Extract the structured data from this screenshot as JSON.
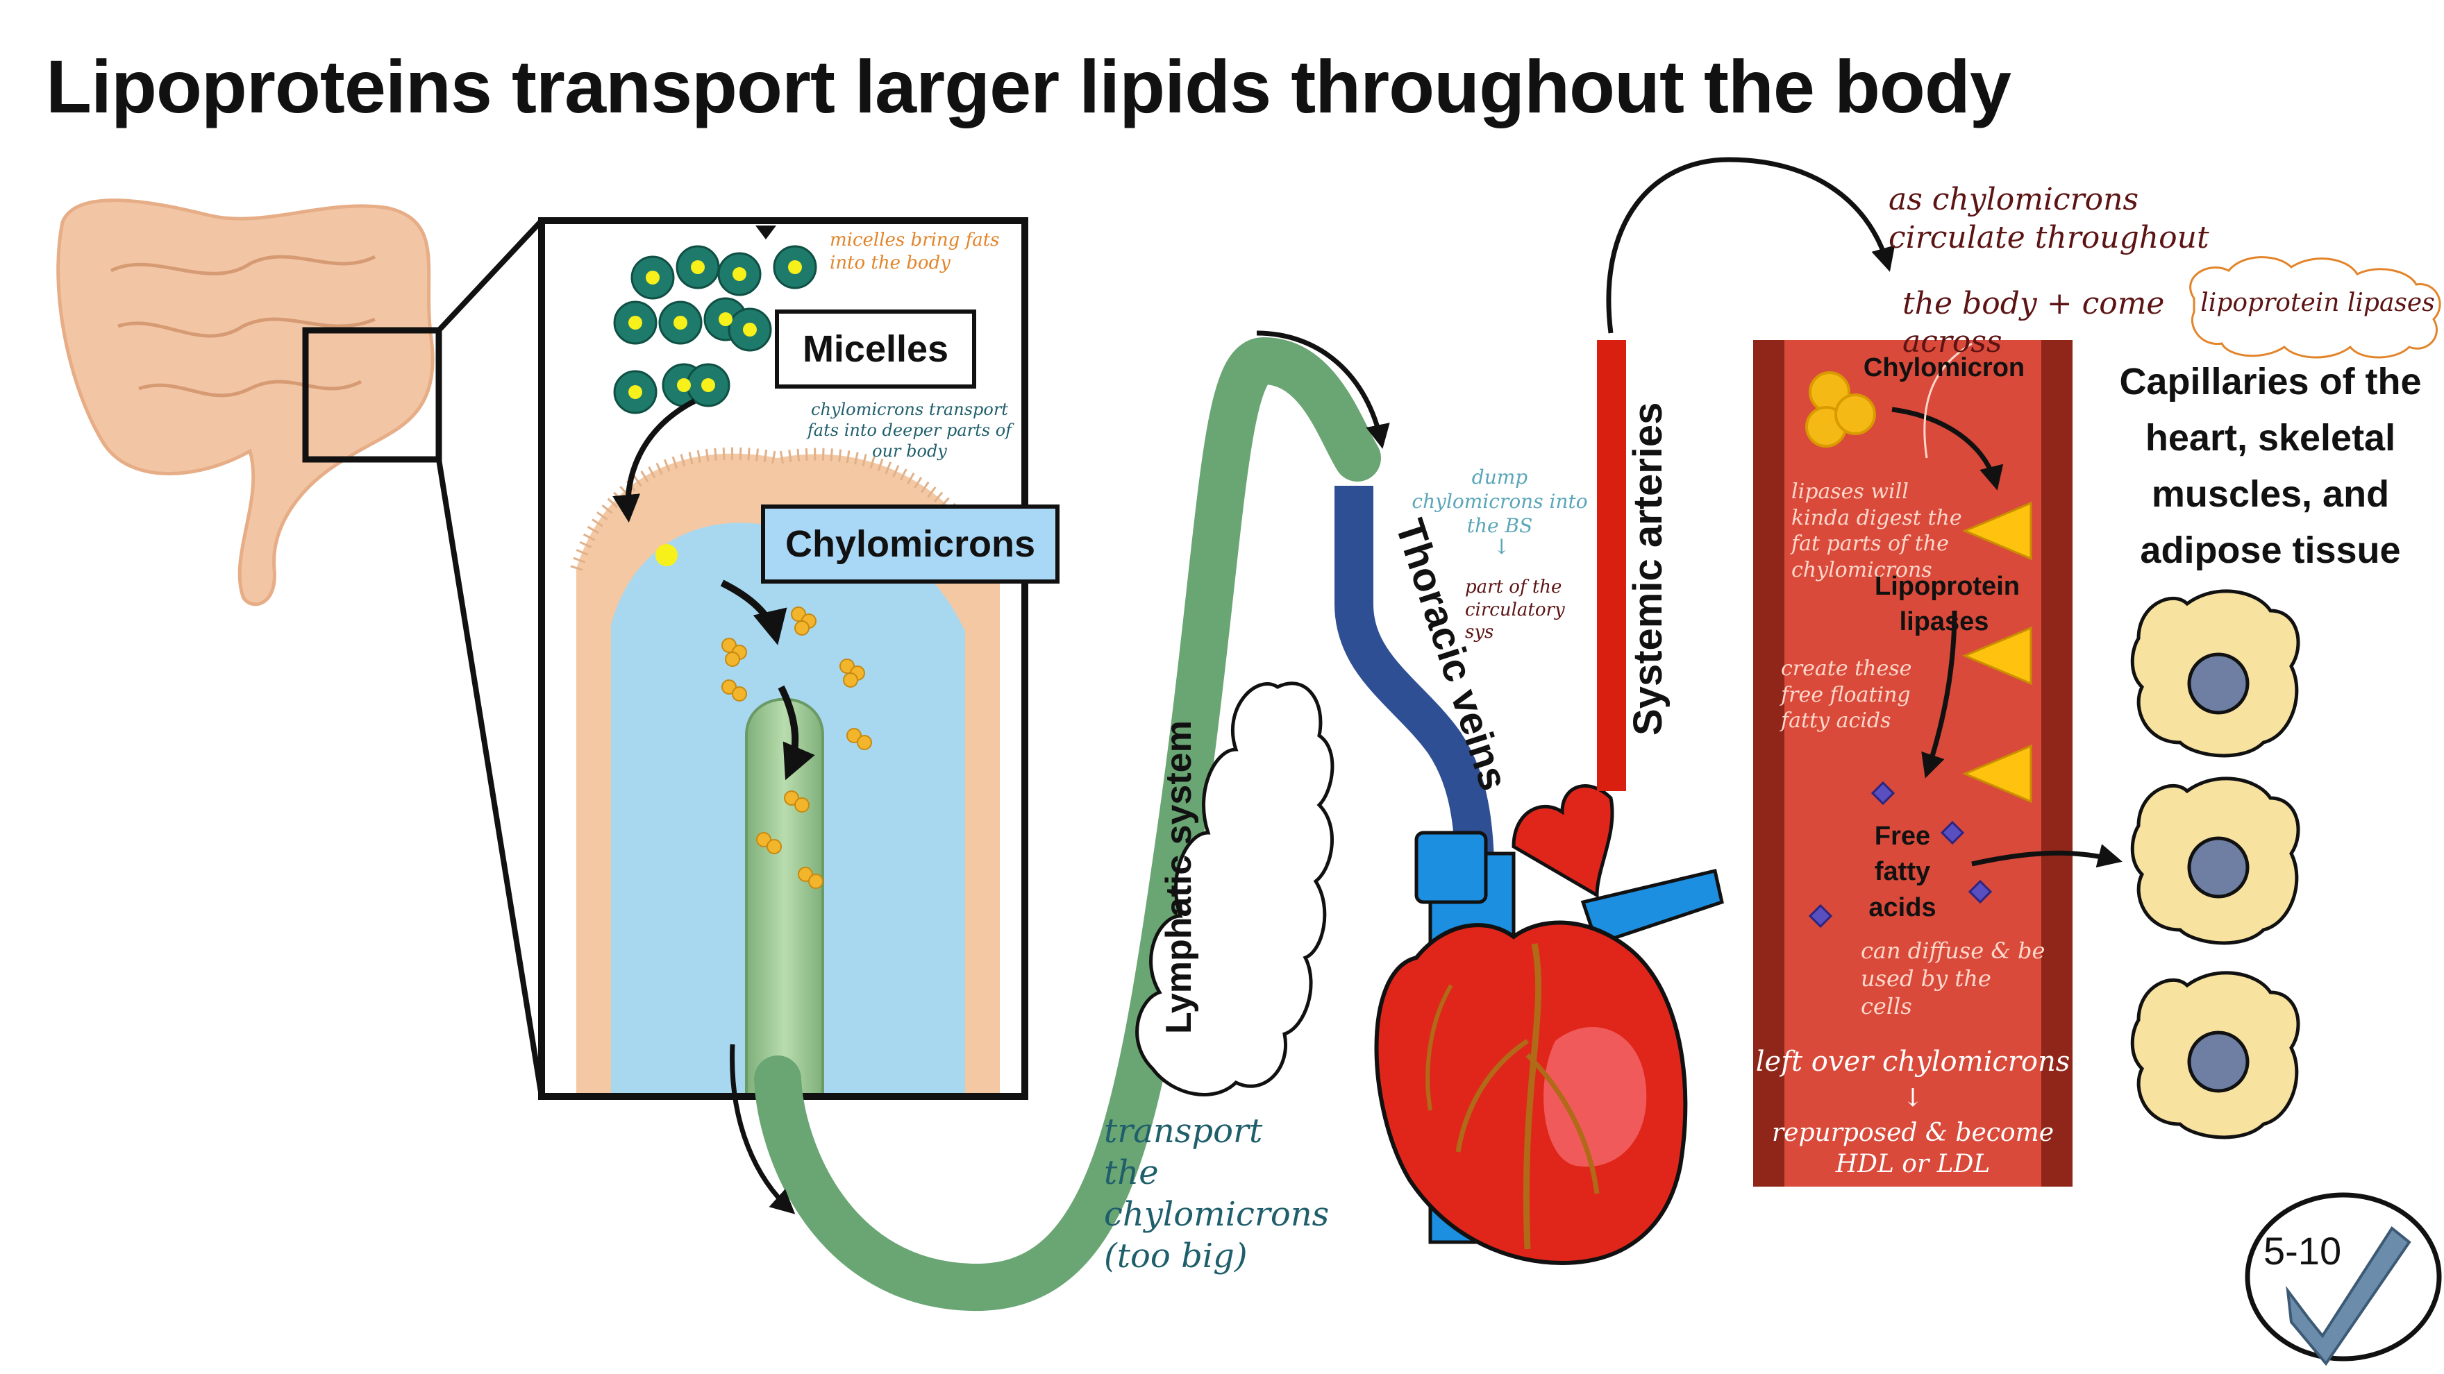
{
  "title": "Lipoproteins transport  larger lipids throughout the body",
  "labels": {
    "micelles": "Micelles",
    "chylomicrons": "Chylomicrons",
    "lymphatic_system": "Lymphatic system",
    "thoracic_veins": "Thoracic veins",
    "systemic_arteries": "Systemic arteries",
    "chylomicron": "Chylomicron",
    "lipoprotein_lipases": "Lipoprotein lipases",
    "free_fatty_acids": "Free fatty acids",
    "capillaries": "Capillaries of the heart, skeletal muscles, and adipose tissue"
  },
  "notes": {
    "micelles_bring": "micelles bring fats into the body",
    "chylo_transport": "chylomicrons transport fats into deeper parts of our body",
    "transport_chylo": "transport the chylomicrons (too big)",
    "dump_chylo_1": "dump chylomicrons into the BS",
    "dump_arrow": "↓",
    "dump_chylo_2": "part of the circulatory sys",
    "circulate_1": "as chylomicrons circulate throughout",
    "circulate_2": "the body + come across",
    "lipoprotein_lipases_note": "lipoprotein lipases",
    "lipases_digest": "lipases will kinda digest the fat parts of the chylomicrons",
    "create_ffa": "create these free floating fatty acids",
    "diffuse": "can diffuse & be used by the cells",
    "leftover_1": "left over chylomicrons",
    "leftover_arrow": "↓",
    "leftover_2": "repurposed & become HDL or LDL"
  },
  "badge": "5-10",
  "colors": {
    "lymph": "#6aa574",
    "vein": "#2e4f93",
    "artery": "#d92010",
    "vessel": "#d94a3a",
    "vessel_edge": "#8f2619",
    "lipase": "#ffc20e",
    "chylomicron": "#f5b915",
    "ffa": "#5a4fc0",
    "cell": "#f7e2a0",
    "nucleus": "#6e7fa3",
    "intestine": "#f2c6a5",
    "villus_bg": "#a8d8f0",
    "hand_teal": "#1f5e6b",
    "hand_orange": "#e2842a",
    "hand_maroon": "#5c1313",
    "hand_light": "#ffd8cc",
    "hand_blue": "#5aa6b8"
  }
}
